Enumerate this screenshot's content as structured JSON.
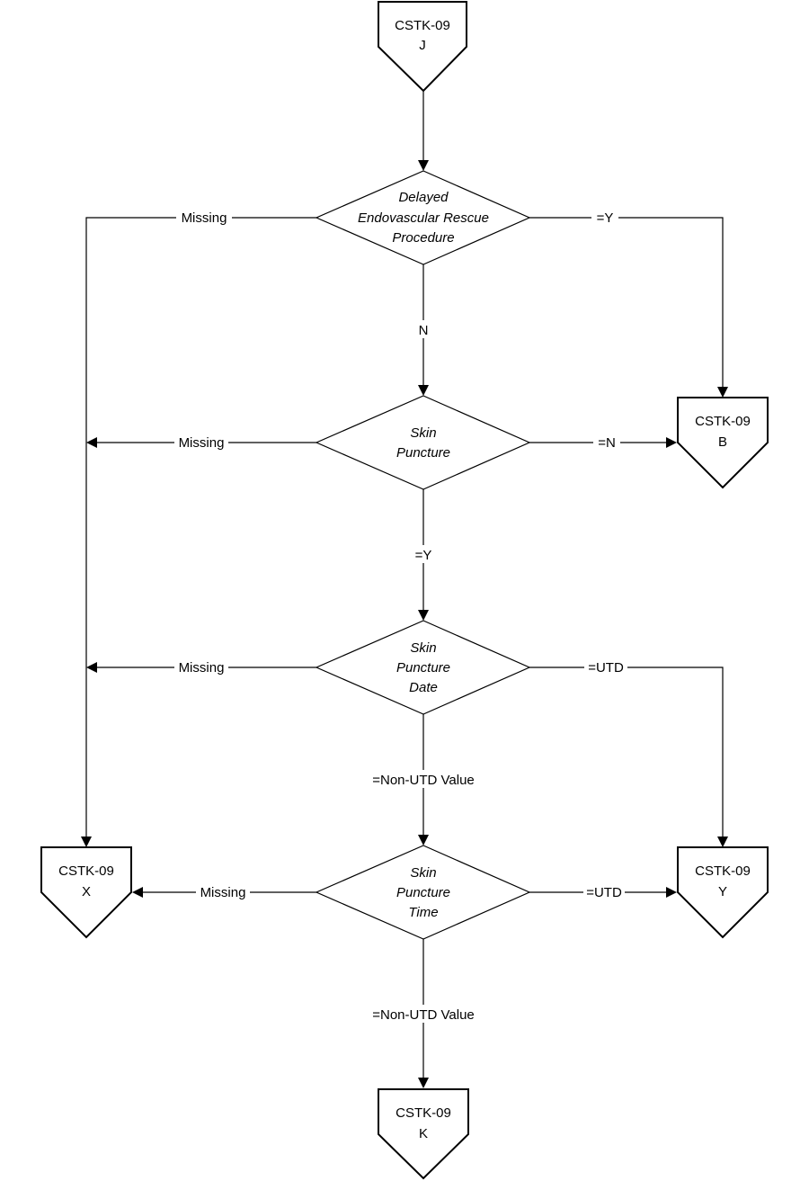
{
  "connectors": {
    "start": {
      "line1": "CSTK-09",
      "line2": "J"
    },
    "b": {
      "line1": "CSTK-09",
      "line2": "B"
    },
    "x": {
      "line1": "CSTK-09",
      "line2": "X"
    },
    "y": {
      "line1": "CSTK-09",
      "line2": "Y"
    },
    "k": {
      "line1": "CSTK-09",
      "line2": "K"
    }
  },
  "decisions": {
    "delayed_rescue": {
      "lines": [
        "Delayed",
        "Endovascular Rescue",
        "Procedure"
      ]
    },
    "skin_puncture": {
      "lines": [
        "Skin",
        "Puncture"
      ]
    },
    "skin_puncture_date": {
      "lines": [
        "Skin",
        "Puncture",
        "Date"
      ]
    },
    "skin_puncture_time": {
      "lines": [
        "Skin",
        "Puncture",
        "Time"
      ]
    }
  },
  "edge_labels": {
    "d1_missing": "Missing",
    "d1_yes": "=Y",
    "d1_no": "N",
    "d2_missing": "Missing",
    "d2_no": "=N",
    "d2_yes": "=Y",
    "d3_missing": "Missing",
    "d3_utd": "=UTD",
    "d3_value": "=Non-UTD Value",
    "d4_missing": "Missing",
    "d4_utd": "=UTD",
    "d4_value": "=Non-UTD Value"
  }
}
